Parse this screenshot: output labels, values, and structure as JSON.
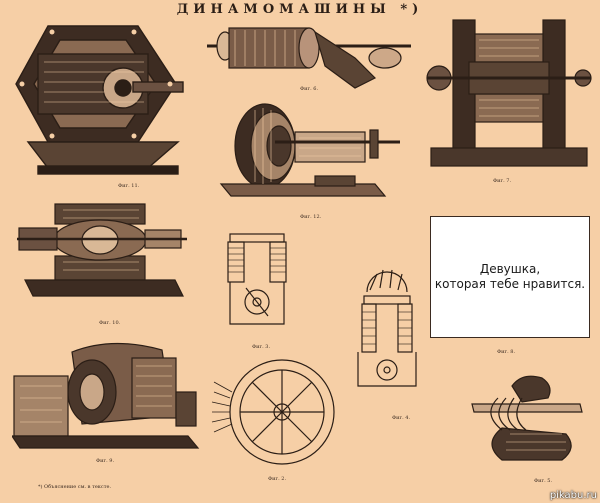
{
  "title": "ДИНАМОМАШИНЫ *)",
  "captions": {
    "fig11": "Фиг. 11.",
    "fig6": "Фиг. 6.",
    "fig7": "Фиг. 7.",
    "fig12": "Фиг. 12.",
    "fig10": "Фиг. 10.",
    "fig3": "Фиг. 3.",
    "fig4": "Фиг. 4.",
    "fig8": "Фиг. 8.",
    "fig9": "Фиг. 9.",
    "fig2": "Фиг. 2.",
    "fig5": "Фиг. 5."
  },
  "overlay_text": {
    "line1": "Девушка,",
    "line2": "которая тебе нравится."
  },
  "footnote": "*) Объяснение см. в тексте.",
  "watermark": "pikabu.ru"
}
